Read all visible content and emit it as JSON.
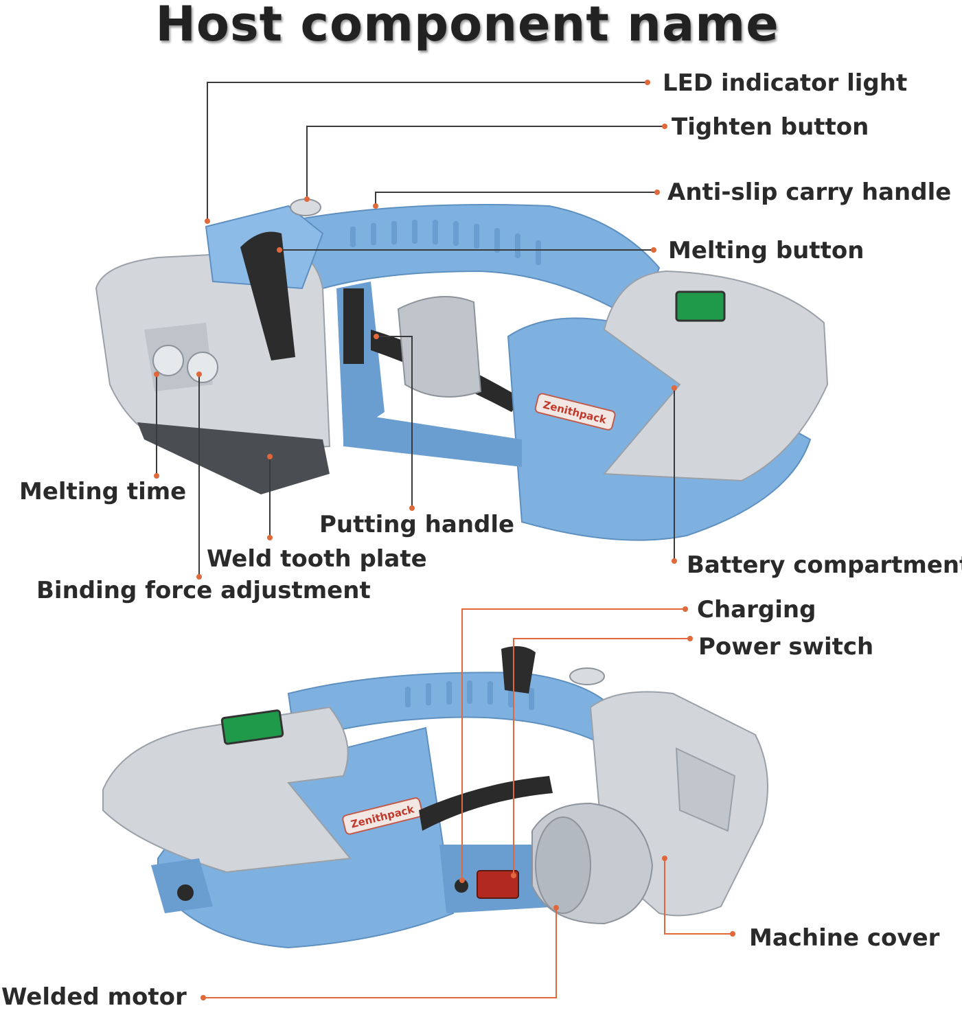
{
  "title": "Host component name",
  "labels": {
    "led_indicator_light": "LED indicator light",
    "tighten_button": "Tighten button",
    "anti_slip_carry_handle": "Anti-slip carry handle",
    "melting_button": "Melting button",
    "melting_time": "Melting time",
    "putting_handle": "Putting handle",
    "weld_tooth_plate": "Weld tooth plate",
    "binding_force_adjustment": "Binding force adjustment",
    "battery_compartment": "Battery compartment",
    "charging": "Charging",
    "power_switch": "Power switch",
    "machine_cover": "Machine cover",
    "welded_motor": "Welded motor"
  },
  "device_markings": {
    "brand_badge": "Zenithpack"
  },
  "colors": {
    "body_blue": "#7fb1e0",
    "silver": "#c9cdd2",
    "leader_dark": "#3a3a3a",
    "leader_orange": "#e0683a",
    "dot": "#e0683a"
  }
}
